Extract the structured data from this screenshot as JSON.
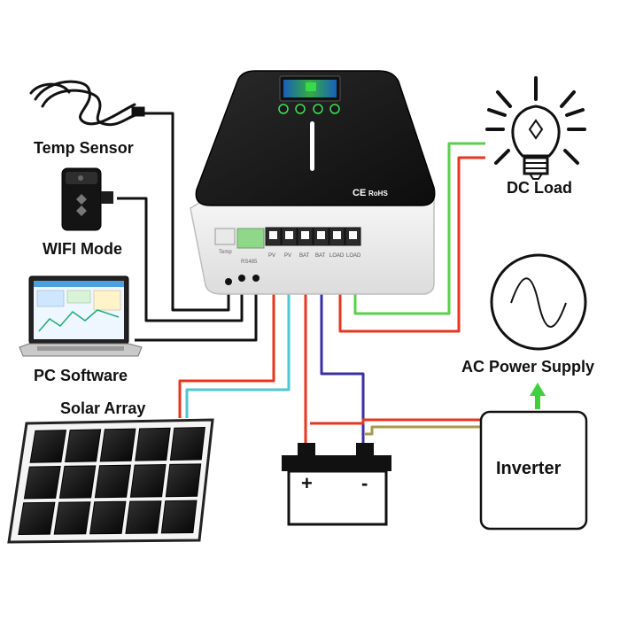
{
  "labels": {
    "temp_sensor": "Temp Sensor",
    "wifi_mode": "WIFI Mode",
    "pc_software": "PC Software",
    "solar_array": "Solar Array",
    "dc_load": "DC Load",
    "ac_power_supply": "AC Power Supply",
    "inverter": "Inverter"
  },
  "controller": {
    "ce_mark": "CE",
    "rohs_mark": "RoHS",
    "port_temp": "Temp",
    "port_rs485": "RS485",
    "terminals": [
      "PV",
      "PV",
      "BAT",
      "BAT",
      "LOAD",
      "LOAD"
    ]
  },
  "battery": {
    "plus": "+",
    "minus": "-"
  },
  "colors": {
    "positive": "#e8351f",
    "pv_negative": "#4fc6d0",
    "bat_negative": "#3b2fa6",
    "load_negative": "#58d04a",
    "signal": "#111111",
    "ac_feed": "#a89a4a",
    "arrow": "#3fcf3f"
  }
}
